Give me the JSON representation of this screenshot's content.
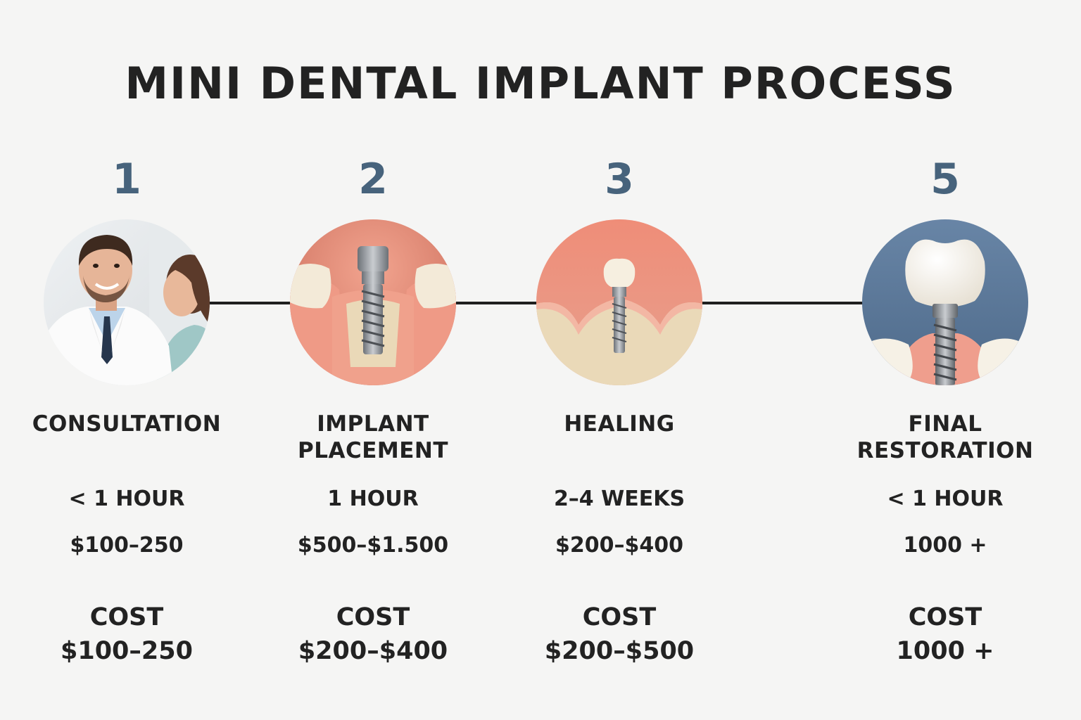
{
  "title": "MINI DENTAL IMPLANT PROCESS",
  "colors": {
    "background": "#f5f5f4",
    "text": "#222222",
    "step_number": "#47637c",
    "gum": "#e48c7a",
    "bone": "#ead9b8",
    "steel": "#8f9398",
    "blue_bg": "#58769a"
  },
  "steps": [
    {
      "number": "1",
      "image": "consultation-photo",
      "title_lines": [
        "CONSULTATION",
        ""
      ],
      "duration": "< 1 HOUR",
      "price": "$100–250",
      "cost_label": "COST",
      "cost_value": "$100–250"
    },
    {
      "number": "2",
      "image": "implant-placement-illustration",
      "title_lines": [
        "IMPLANT",
        "PLACEMENT"
      ],
      "duration": "1 HOUR",
      "price": "$500–$1.500",
      "cost_label": "COST",
      "cost_value": "$200–$400"
    },
    {
      "number": "3",
      "image": "healing-illustration",
      "title_lines": [
        "HEALING",
        ""
      ],
      "duration": "2–4 WEEKS",
      "price": "$200–$400",
      "cost_label": "COST",
      "cost_value": "$200–$500"
    },
    {
      "number": "5",
      "image": "final-restoration-illustration",
      "title_lines": [
        "FINAL",
        "RESTORATION"
      ],
      "duration": "< 1 HOUR",
      "price": "1000 +",
      "cost_label": "COST",
      "cost_value": "1000 +"
    }
  ]
}
